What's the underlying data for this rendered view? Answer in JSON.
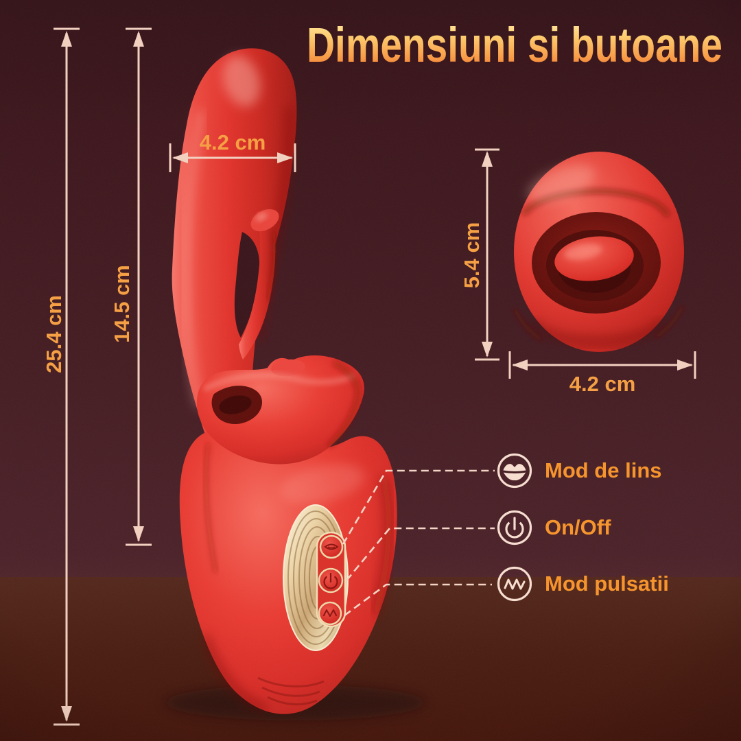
{
  "title": "Dimensiuni si butoane",
  "product": {
    "main_total_length": "25.4 cm",
    "main_insertable_length": "14.5 cm",
    "main_shaft_width": "4.2 cm",
    "head_height": "5.4 cm",
    "head_width": "4.2 cm"
  },
  "legend": {
    "items": [
      {
        "icon": "lips-icon",
        "label": "Mod de lins"
      },
      {
        "icon": "power-icon",
        "label": "On/Off"
      },
      {
        "icon": "pulse-wave-icon",
        "label": "Mod pulsatii"
      }
    ]
  },
  "colors": {
    "background_wall": "#421b21",
    "background_floor": "#4a1d11",
    "measure_line": "#f2d0c0",
    "dimension_text": "#f5a044",
    "legend_text": "#f6952d",
    "product_red": "#e23430",
    "gold_trim": "#e9d3ab",
    "title_gradient_top": "#ffeeb2",
    "title_gradient_bottom": "#ee6f2e"
  }
}
